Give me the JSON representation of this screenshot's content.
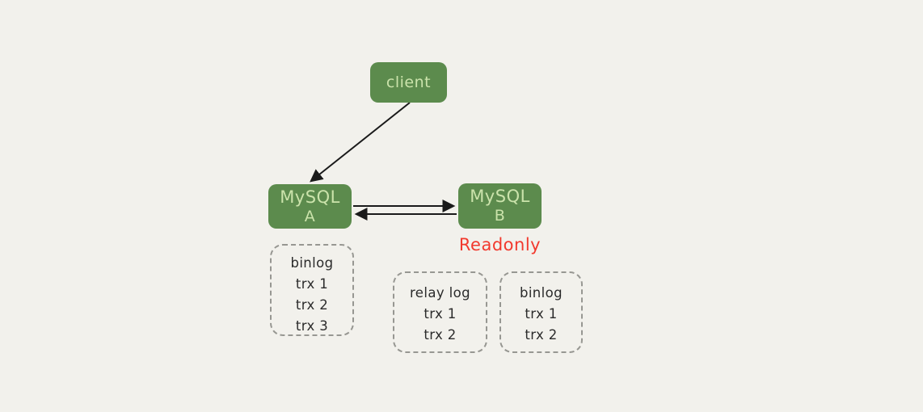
{
  "diagram": {
    "title_hint": "MySQL primary-secondary replication diagram",
    "colors": {
      "background": "#f2f1ec",
      "node_fill": "#5c8b4d",
      "node_text": "#cbe3ab",
      "readonly_red": "#f2392d",
      "log_text": "#2b2b2b",
      "log_border": "#979792",
      "arrow": "#1a1a1a"
    },
    "nodes": {
      "client": {
        "label": "client"
      },
      "mysql_a": {
        "line1": "MySQL",
        "line2": "A"
      },
      "mysql_b": {
        "line1": "MySQL",
        "line2": "B"
      }
    },
    "labels": {
      "readonly": "Readonly"
    },
    "logs": {
      "binlog_a": {
        "title": "binlog",
        "entries": [
          "trx 1",
          "trx 2",
          "trx 3"
        ]
      },
      "relay_log_b": {
        "title": "relay log",
        "entries": [
          "trx 1",
          "trx 2"
        ]
      },
      "binlog_b": {
        "title": "binlog",
        "entries": [
          "trx 1",
          "trx 2"
        ]
      }
    }
  }
}
